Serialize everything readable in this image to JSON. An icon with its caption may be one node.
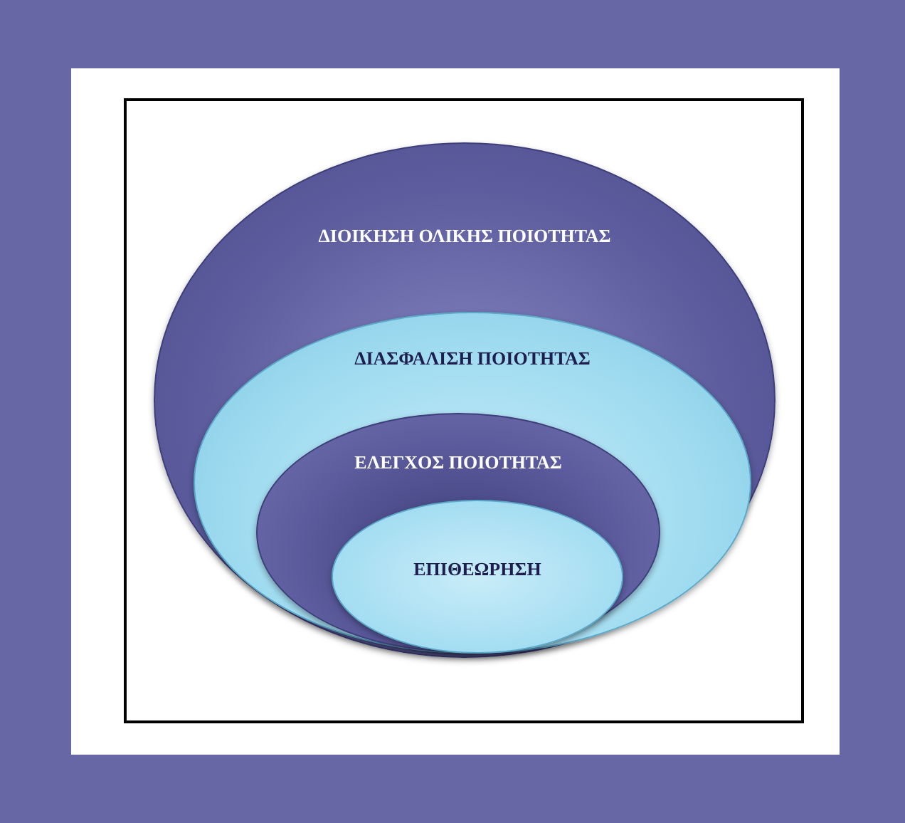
{
  "diagram": {
    "nodes": [
      {
        "text": [
          "ΔΙΟΙΚΗΣΗ ΟΛΙΚΗΣ ΠΟΙΟΤΗΤΑΣ"
        ]
      },
      {
        "text": [
          "ΔΙΑΣΦΑΛΙΣΗ ΠΟΙΟΤΗΤΑΣ"
        ],
        "in": 0
      },
      {
        "text": [
          "ΕΛΕΓΧΟΣ ΠΟΙΟΤΗΤΑΣ"
        ],
        "in": 1
      },
      {
        "text": [
          "ΕΠΙΘΕΩΡΗΣΗ"
        ],
        "in": 2
      }
    ]
  }
}
